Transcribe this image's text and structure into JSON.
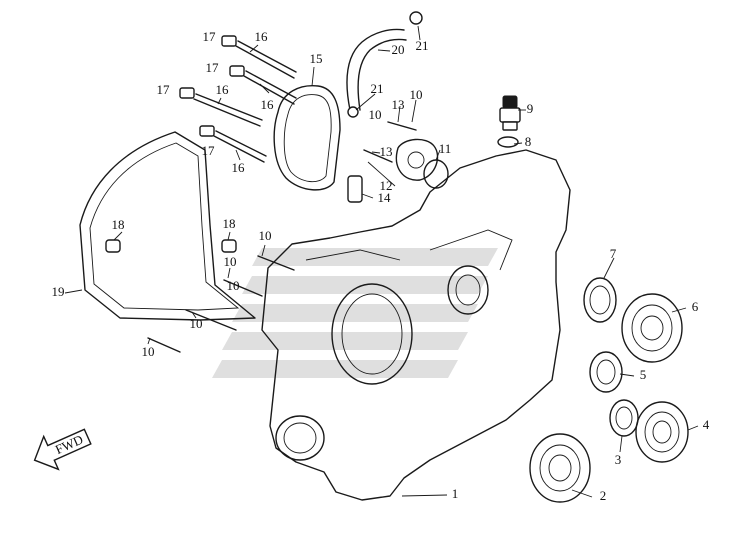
{
  "callouts": [
    {
      "label": "1"
    },
    {
      "label": "2"
    },
    {
      "label": "3"
    },
    {
      "label": "4"
    },
    {
      "label": "5"
    },
    {
      "label": "6"
    },
    {
      "label": "7"
    },
    {
      "label": "8"
    },
    {
      "label": "9"
    },
    {
      "label": "10"
    },
    {
      "label": "10"
    },
    {
      "label": "10"
    },
    {
      "label": "10"
    },
    {
      "label": "10"
    },
    {
      "label": "10"
    },
    {
      "label": "10"
    },
    {
      "label": "11"
    },
    {
      "label": "12"
    },
    {
      "label": "13"
    },
    {
      "label": "13"
    },
    {
      "label": "14"
    },
    {
      "label": "15"
    },
    {
      "label": "16"
    },
    {
      "label": "16"
    },
    {
      "label": "16"
    },
    {
      "label": "16"
    },
    {
      "label": "17"
    },
    {
      "label": "17"
    },
    {
      "label": "17"
    },
    {
      "label": "17"
    },
    {
      "label": "18"
    },
    {
      "label": "18"
    },
    {
      "label": "19"
    },
    {
      "label": "20"
    },
    {
      "label": "21"
    },
    {
      "label": "21"
    }
  ],
  "direction_arrow": {
    "label": "FWD"
  }
}
